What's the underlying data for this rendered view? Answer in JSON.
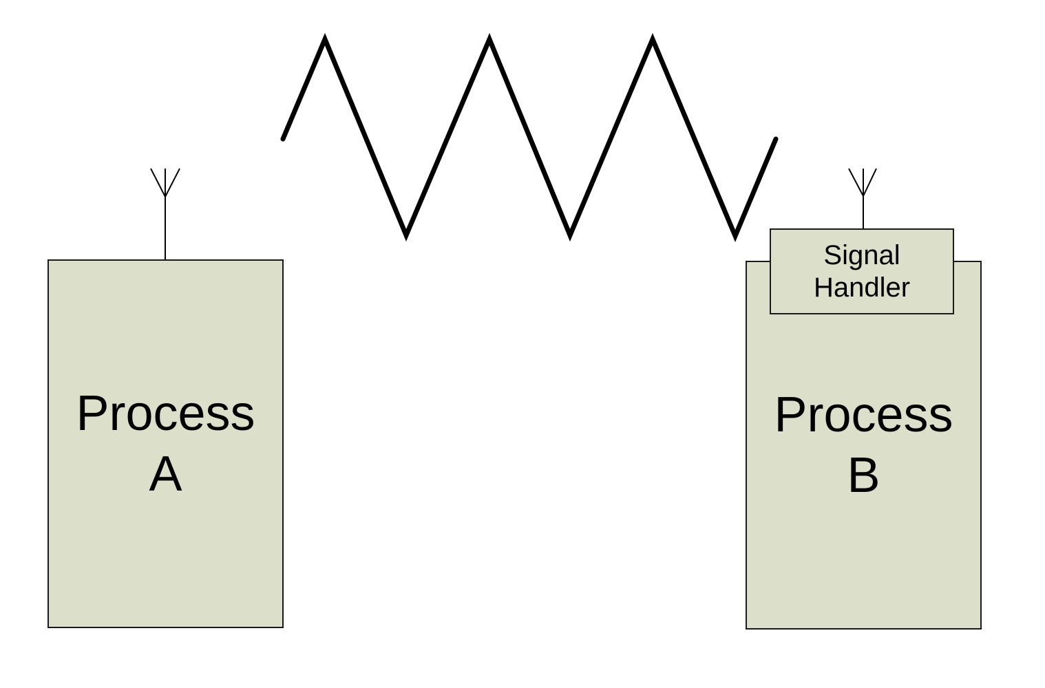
{
  "diagram": {
    "process_a": {
      "line1": "Process",
      "line2": "A"
    },
    "process_b": {
      "line1": "Process",
      "line2": "B"
    },
    "signal_handler": {
      "line1": "Signal",
      "line2": "Handler"
    }
  },
  "colors": {
    "box_fill": "#dce0cb",
    "box_border": "#1a1a1a",
    "signal_line": "#000000",
    "background": "#ffffff",
    "text_color": "#000000"
  }
}
